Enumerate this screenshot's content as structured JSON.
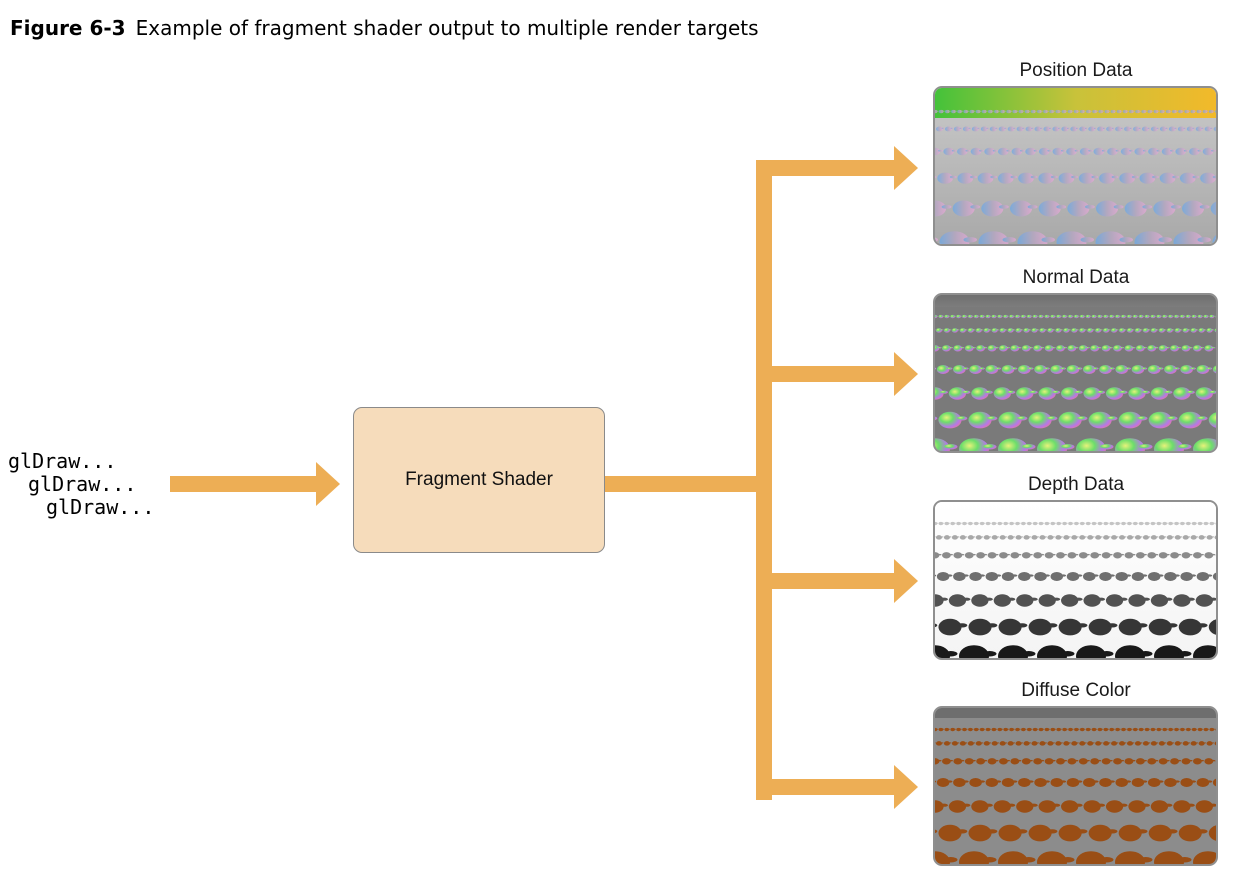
{
  "caption": {
    "figure_number": "Figure 6-3",
    "title": "Example of fragment shader output to multiple render targets"
  },
  "inputs": {
    "lines": [
      "glDraw...",
      "glDraw...",
      "glDraw..."
    ]
  },
  "shader": {
    "label": "Fragment Shader"
  },
  "targets": [
    {
      "label": "Position Data"
    },
    {
      "label": "Normal Data"
    },
    {
      "label": "Depth Data"
    },
    {
      "label": "Diffuse Color"
    }
  ],
  "colors": {
    "arrow": "#edae55",
    "shader_fill": "#f6dcbb",
    "panel_border": "#8f8f8f",
    "diffuse_teapot": "#9a4e15",
    "floor_gray": "#8c8c8c"
  }
}
